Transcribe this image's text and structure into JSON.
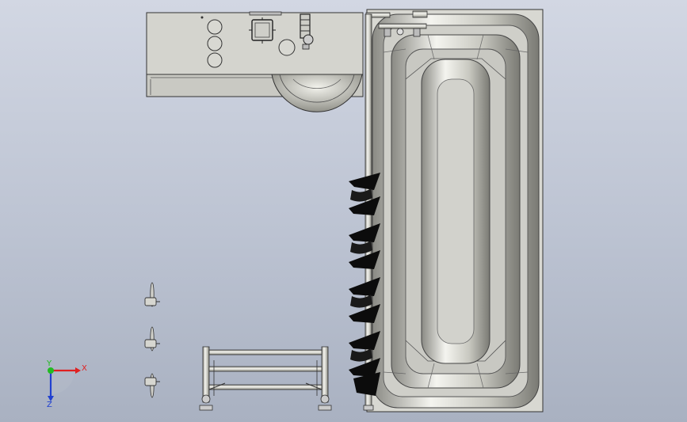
{
  "viewport": {
    "background_top": "#d2d7e3",
    "background_bottom": "#a9b1c1"
  },
  "triad": {
    "x_label": "X",
    "y_label": "Y",
    "z_label": "Z",
    "x_color": "#e02020",
    "y_color": "#22bb22",
    "z_color": "#2040d0"
  },
  "model": {
    "edge_color": "#222222",
    "fill_color": "#d6d6d0"
  }
}
